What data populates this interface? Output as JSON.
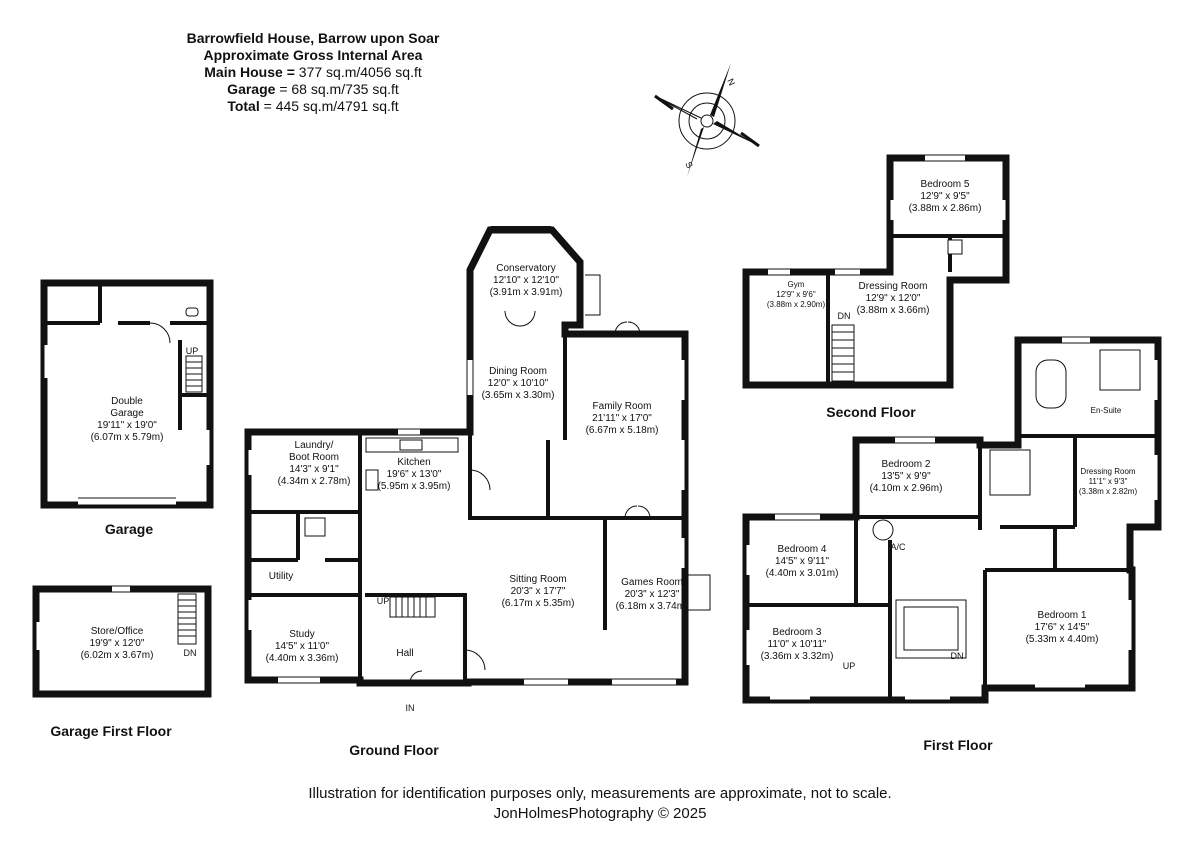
{
  "header": {
    "title": "Barrowfield House, Barrow upon Soar",
    "subtitle": "Approximate Gross Internal Area",
    "areas": [
      {
        "label": "Main House",
        "value": "377 sq.m/4056 sq.ft"
      },
      {
        "label": "Garage",
        "value": "68 sq.m/735 sq.ft"
      },
      {
        "label": "Total",
        "value": "445 sq.m/4791 sq.ft"
      }
    ]
  },
  "compass": {
    "north": "N",
    "south": "S"
  },
  "floors": {
    "garage": "Garage",
    "garage_first": "Garage First Floor",
    "ground": "Ground Floor",
    "first": "First Floor",
    "second": "Second Floor"
  },
  "rooms": {
    "double_garage": {
      "name": "Double\nGarage",
      "imperial": "19'11\" x 19'0\"",
      "metric": "(6.07m x 5.79m)"
    },
    "store_office": {
      "name": "Store/Office",
      "imperial": "19'9\" x 12'0\"",
      "metric": "(6.02m x 3.67m)"
    },
    "laundry": {
      "name": "Laundry/\nBoot Room",
      "imperial": "14'3\" x 9'1\"",
      "metric": "(4.34m x 2.78m)"
    },
    "kitchen": {
      "name": "Kitchen",
      "imperial": "19'6\" x 13'0\"",
      "metric": "(5.95m x 3.95m)"
    },
    "utility": {
      "name": "Utility"
    },
    "study": {
      "name": "Study",
      "imperial": "14'5\" x 11'0\"",
      "metric": "(4.40m x 3.36m)"
    },
    "hall": {
      "name": "Hall"
    },
    "conservatory": {
      "name": "Conservatory",
      "imperial": "12'10\" x 12'10\"",
      "metric": "(3.91m x 3.91m)"
    },
    "dining_room": {
      "name": "Dining Room",
      "imperial": "12'0\" x 10'10\"",
      "metric": "(3.65m x 3.30m)"
    },
    "family_room": {
      "name": "Family Room",
      "imperial": "21'11\" x 17'0\"",
      "metric": "(6.67m x 5.18m)"
    },
    "sitting_room": {
      "name": "Sitting Room",
      "imperial": "20'3\" x 17'7\"",
      "metric": "(6.17m x 5.35m)"
    },
    "games_room": {
      "name": "Games Room",
      "imperial": "20'3\" x 12'3\"",
      "metric": "(6.18m x 3.74m)"
    },
    "bedroom5": {
      "name": "Bedroom 5",
      "imperial": "12'9\" x 9'5\"",
      "metric": "(3.88m x 2.86m)"
    },
    "gym": {
      "name": "Gym",
      "imperial": "12'9\" x 9'6\"",
      "metric": "(3.88m x 2.90m)"
    },
    "dressing_room_2": {
      "name": "Dressing Room",
      "imperial": "12'9\" x 12'0\"",
      "metric": "(3.88m x 3.66m)"
    },
    "en_suite": {
      "name": "En-Suite"
    },
    "dressing_room_1": {
      "name": "Dressing Room",
      "imperial": "11'1\" x 9'3\"",
      "metric": "(3.38m x 2.82m)"
    },
    "bedroom2": {
      "name": "Bedroom 2",
      "imperial": "13'5\" x 9'9\"",
      "metric": "(4.10m x 2.96m)"
    },
    "bedroom4": {
      "name": "Bedroom 4",
      "imperial": "14'5\" x 9'11\"",
      "metric": "(4.40m x 3.01m)"
    },
    "bedroom3": {
      "name": "Bedroom 3",
      "imperial": "11'0\" x 10'11\"",
      "metric": "(3.36m x 3.32m)"
    },
    "bedroom1": {
      "name": "Bedroom 1",
      "imperial": "17'6\" x 14'5\"",
      "metric": "(5.33m x 4.40m)"
    }
  },
  "markers": {
    "up": "UP",
    "dn": "DN",
    "in": "IN",
    "ac": "A/C"
  },
  "footer": {
    "disclaimer": "Illustration for identification purposes only, measurements are approximate, not to scale.",
    "credit": "JonHolmesPhotography © 2025"
  }
}
